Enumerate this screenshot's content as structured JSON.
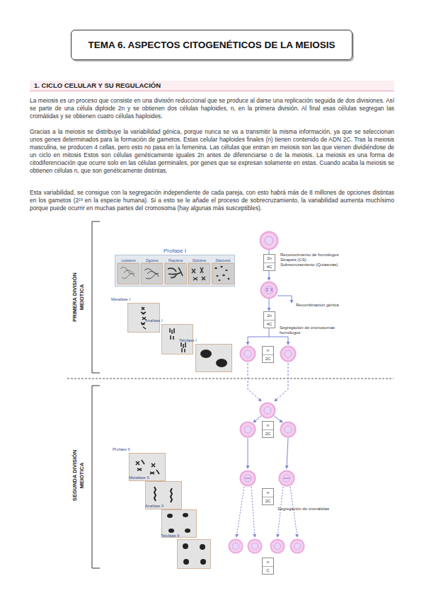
{
  "diagram": {
    "title": "TEMA 6. ASPECTOS CITOGENÉTICOS DE LA MEIOSIS",
    "nodes": [
      {
        "text": [
          "Profase I"
        ]
      },
      {
        "text": [
          "Leptotene"
        ],
        "in": 0
      },
      {
        "text": [
          "Zigotene"
        ],
        "in": 0
      },
      {
        "text": [
          "Paquitene"
        ],
        "in": 0
      },
      {
        "text": [
          "Diplotene"
        ],
        "in": 0
      },
      {
        "text": [
          "Diacinesis"
        ],
        "in": 0
      },
      {
        "text": [
          "Metafase I"
        ]
      },
      {
        "text": [
          "Anafase I"
        ]
      },
      {
        "text": [
          "Telofase I"
        ]
      },
      {
        "text": [
          "2n",
          "4C"
        ]
      },
      {
        "text": [
          "2n",
          "4C"
        ]
      },
      {
        "text": [
          "n",
          "2C"
        ]
      },
      {
        "text": [
          "Profase II"
        ]
      },
      {
        "text": [
          "Metafase II"
        ]
      },
      {
        "text": [
          "Anafase II"
        ]
      },
      {
        "text": [
          "Telofase II"
        ]
      },
      {
        "text": [
          "n",
          "2C"
        ]
      },
      {
        "text": [
          "n",
          "2C"
        ]
      },
      {
        "text": [
          "n",
          "C"
        ]
      }
    ],
    "labels": [
      "1. CICLO CELULAR Y SU REGULACIÓN",
      "La meiosis es un proceso que consiste en una división reduccional que se produce al darse una replicación seguida de dos divisiones. Así se parte de una célula diploide 2n y se obtienen dos células haploides, n, en la primera división. Al final esas células segregan las cromátidas y se obtienen cuatro células haploides.",
      "Gracias a la meiosis se distribuye la variabilidad génica, porque nunca se va a transmitir la misma información, ya que se seleccionan unos genes determinados para la formación de gametos. Estas celular haploides finales (n) tienen contenido de ADN 2C. Tras la meiosis masculina, se producen 4 cellas, pero esto no pasa en la femenina. Las células que entran en meiosis son las que vienen dividiéndose de un ciclo en mitosis Estos son células genéticamente iguales 2n antes de diferenciarse o de la meiosis. La meiosis es una forma de citodiferenciación que ocurre solo en las células germinales, por genes que se expresan solamente en estas. Cuando acaba la meiosis se obtienen células n, que son genéticamente distintas.",
      "Esta variabilidad, se consigue con la segregación independiente de cada pareja, con esto habrá más de 8 millones de opciones distintas en los gametos (2²³ en la especie humana). Si a esto se le añade el proceso de sobrecruzamiento, la variabilidad aumenta muchísimo porque puede ocurrir en muchas partes del cromosoma (hay algunas más susceptibles).",
      "PRIMERA DIVISIÓN MEIOTICA",
      "Reconocimiento de homólogos",
      "Sinapsis (CS)",
      "Sobrecruzamiento (Quiasmas)",
      "Recombinación génica",
      "Segregación de cromosomas homólogos",
      "SEGUNDA DIVISIÓN MEIOTICA",
      "Segregación de cromátidas"
    ]
  }
}
